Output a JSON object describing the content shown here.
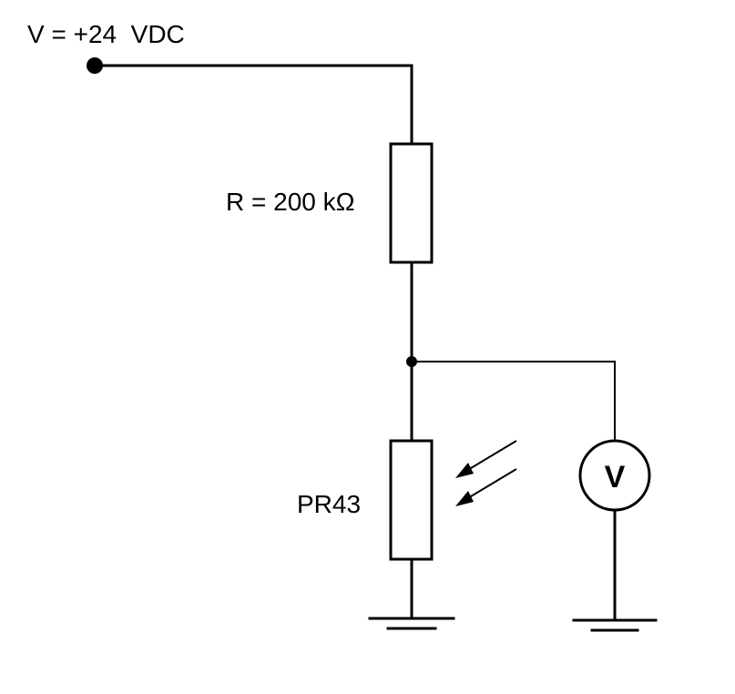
{
  "supply": {
    "label": "V = +24  VDC"
  },
  "resistor": {
    "label": "R = 200 kΩ"
  },
  "photoresistor": {
    "label": "PR43"
  },
  "voltmeter": {
    "symbol": "V"
  },
  "colors": {
    "line": "#000000",
    "background": "#ffffff"
  }
}
